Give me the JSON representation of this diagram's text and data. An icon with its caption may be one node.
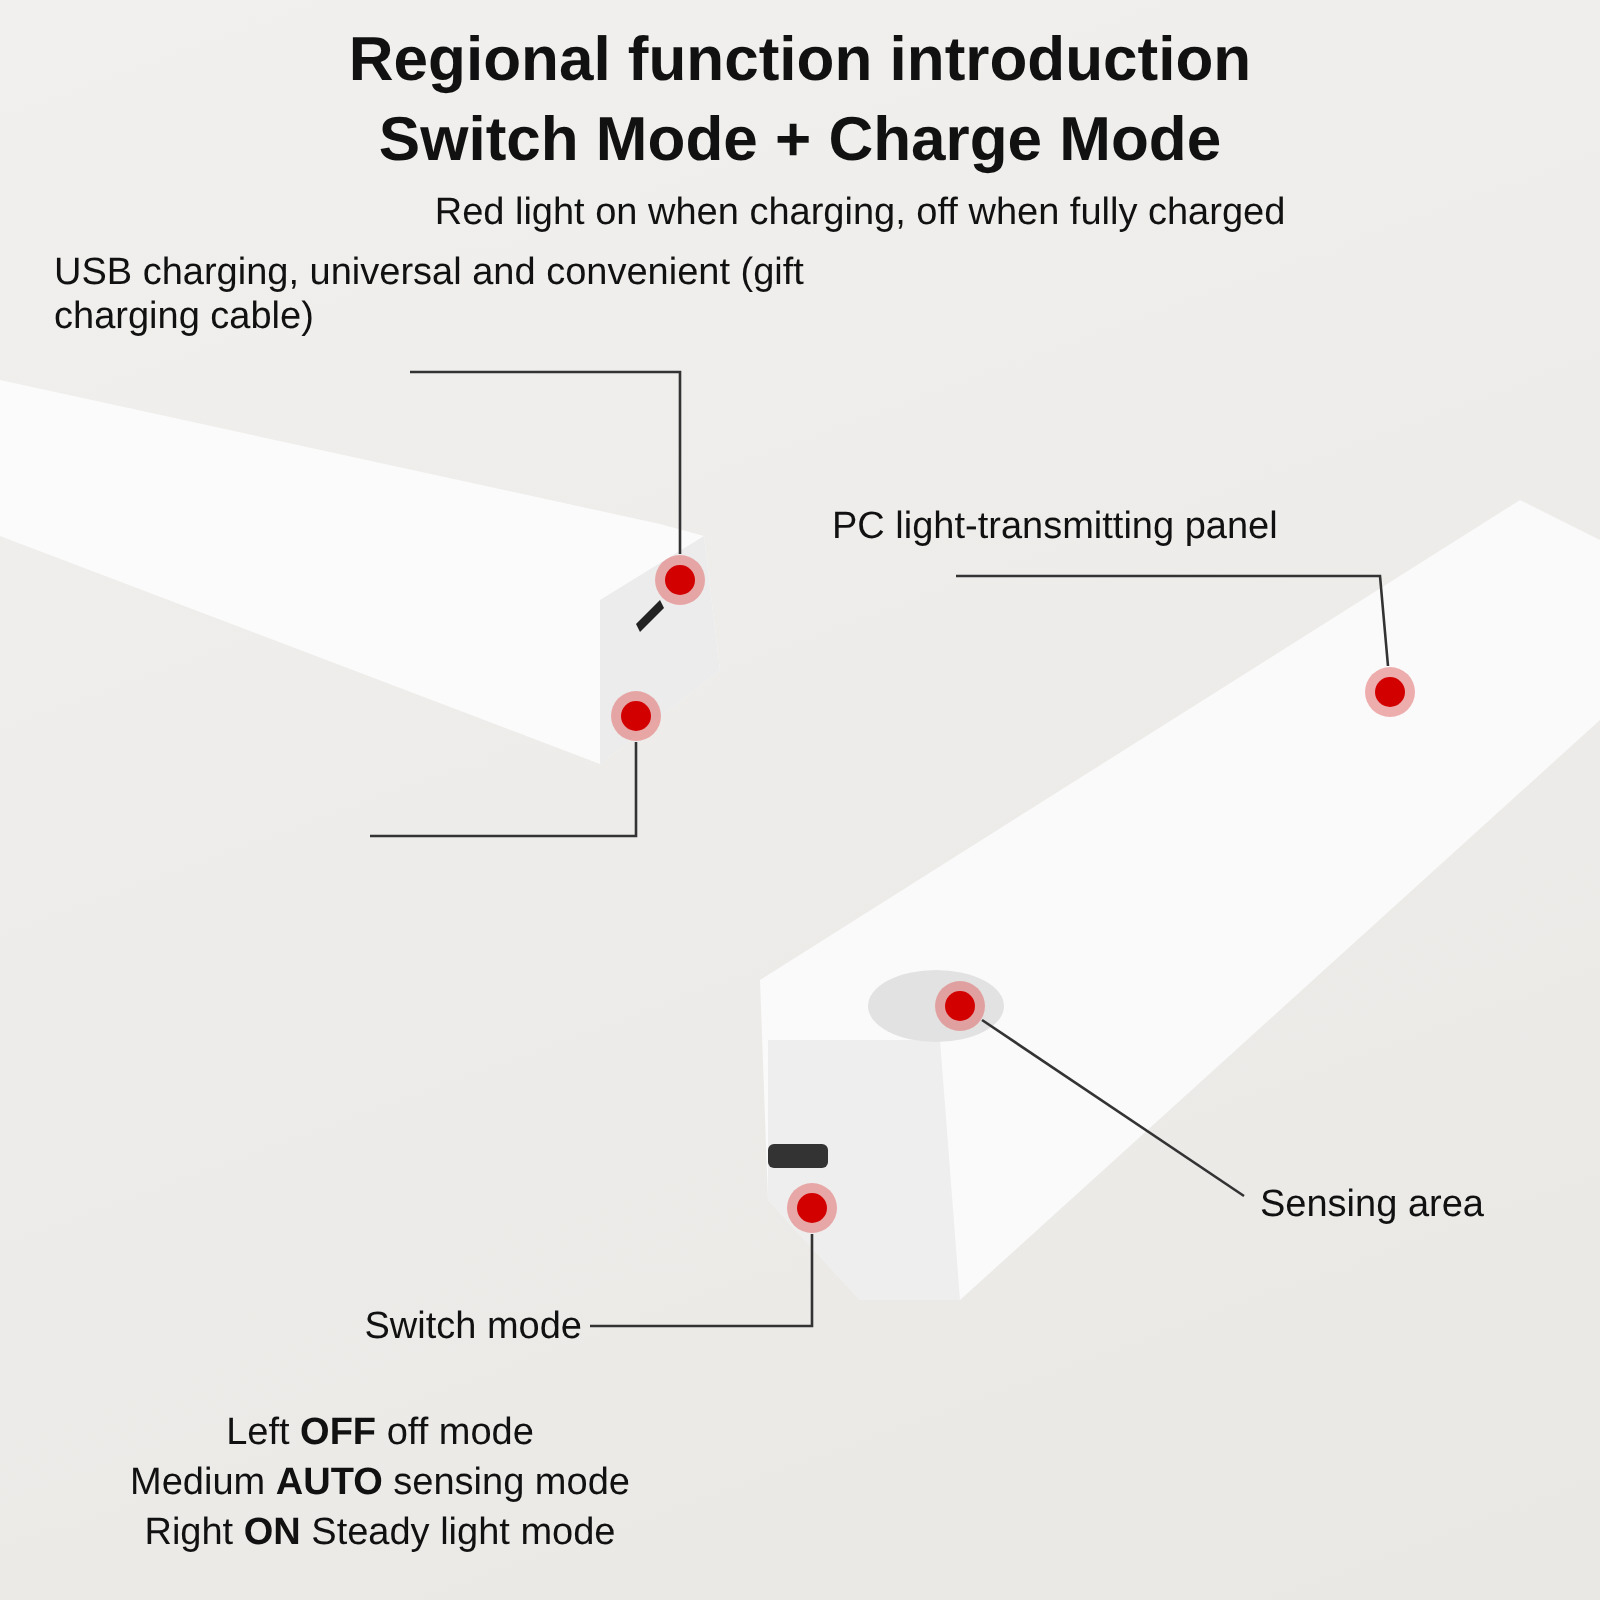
{
  "diagram": {
    "title": "Regional function introduction Switch Mode + Charge Mode",
    "nodes": [
      {
        "text": [
          "USB charging, universal and convenient (gift charging cable)"
        ]
      },
      {
        "text": [],
        "shape": "circle"
      },
      {
        "text": [],
        "shape": "circle"
      },
      {
        "text": [
          "PC light-transmitting panel"
        ]
      },
      {
        "text": [],
        "shape": "circle"
      },
      {
        "text": [],
        "shape": "circle"
      },
      {
        "text": [
          "Sensing area"
        ]
      },
      {
        "text": [],
        "shape": "circle"
      },
      {
        "text": [
          "Switch mode"
        ]
      }
    ],
    "edges": [
      {
        "from": 0,
        "to": 1,
        "arrow": "none"
      },
      {
        "from": null,
        "to": 2,
        "arrow": "none"
      },
      {
        "from": 3,
        "to": 4,
        "arrow": "none"
      },
      {
        "from": 6,
        "to": 5,
        "arrow": "none"
      },
      {
        "from": 8,
        "to": 7,
        "arrow": "none"
      }
    ],
    "labels": [
      "Red light on when charging, off when fully charged",
      "Left **OFF** off mode",
      "Medium **AUTO** sensing mode",
      "Right **ON** Steady light mode"
    ]
  }
}
